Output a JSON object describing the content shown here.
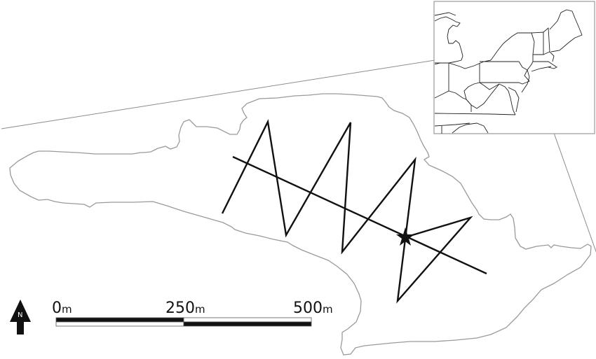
{
  "figure": {
    "type": "study-site-map",
    "colors": {
      "background": "#ffffff",
      "coastline": "#9a9a9a",
      "transect": "#111111",
      "inset_border": "#999999",
      "inset_states": "#222222",
      "connector": "#8c8c8c"
    }
  },
  "scale_bar": {
    "labels": [
      {
        "value": "0",
        "unit": "m"
      },
      {
        "value": "250",
        "unit": "m"
      },
      {
        "value": "500",
        "unit": "m"
      }
    ],
    "units": "m",
    "max": 500
  },
  "north_arrow": {
    "label": "N",
    "icon": "north-arrow-icon"
  },
  "inset": {
    "description": "Northeastern United States locator map",
    "region": "Northeastern US (Michigan to Maine, Virginia)"
  },
  "transect": {
    "zigzag_vertices": [
      [
        317,
        305
      ],
      [
        382,
        174
      ],
      [
        408,
        336
      ],
      [
        500,
        175
      ],
      [
        488,
        360
      ],
      [
        592,
        228
      ],
      [
        567,
        430
      ],
      [
        671,
        311
      ]
    ],
    "straight_line": [
      [
        332,
        224
      ],
      [
        694,
        391
      ]
    ],
    "star_marker": [
      578,
      339
    ]
  }
}
